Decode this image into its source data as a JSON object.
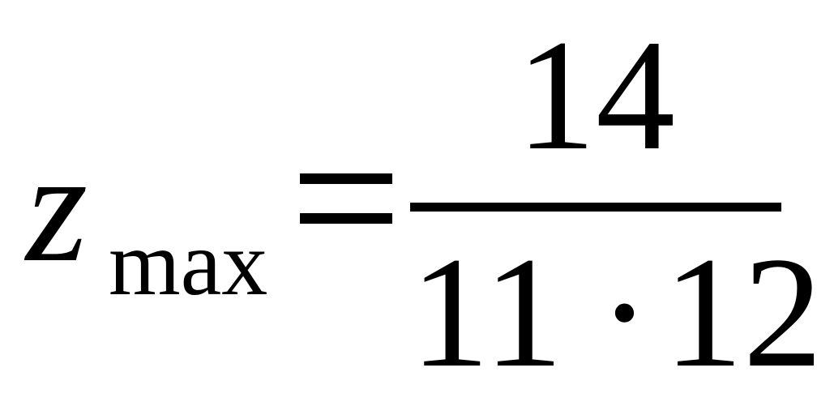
{
  "formula": {
    "variable": "z",
    "subscript": "max",
    "numerator": "14",
    "denominator": {
      "left": "11",
      "operator": "·",
      "right": "12"
    }
  }
}
